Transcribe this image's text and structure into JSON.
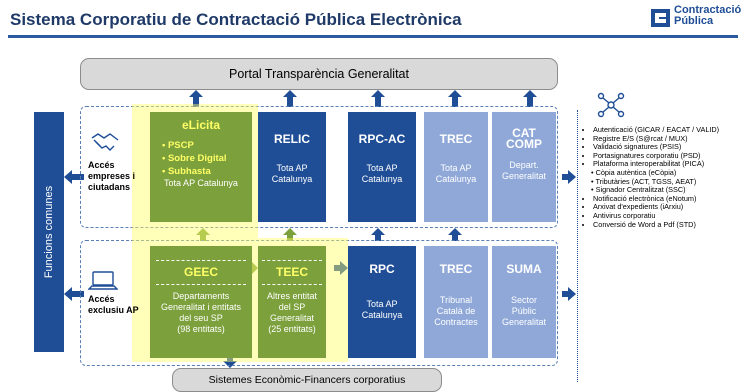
{
  "header": {
    "title": "Sistema Corporatiu de Contractació Pública Electrònica",
    "logo_line1": "Contractació",
    "logo_line2": "Pública"
  },
  "top_bar": "Portal Transparència Generalitat",
  "bottom_bar": "Sistemes Econòmic-Financers corporatius",
  "left_bar": "Funcions comunes",
  "actors": {
    "top": "Accés empreses i ciutadans",
    "bottom": "Accés exclusiu AP"
  },
  "top_row": [
    {
      "title": "eLicita",
      "bullets": [
        "PSCP",
        "Sobre Digital",
        "Subhasta"
      ],
      "sub": "Tota AP Catalunya"
    },
    {
      "title": "RELIC",
      "sub1": "Tota AP",
      "sub2": "Catalunya"
    },
    {
      "title": "RPC-AC",
      "sub1": "Tota AP",
      "sub2": "Catalunya"
    },
    {
      "title": "TREC",
      "sub1": "Tota AP",
      "sub2": "Catalunya"
    },
    {
      "title1": "CAT",
      "title2": "COMP",
      "sub1": "Depart.",
      "sub2": "Generalitat"
    }
  ],
  "bottom_row": [
    {
      "title": "GEEC",
      "lines": [
        "Departaments",
        "Generalitat i entitats",
        "del seu SP",
        "(98 entitats)"
      ]
    },
    {
      "title": "TEEC",
      "lines": [
        "Altres entitat",
        "del SP",
        "Generalitat",
        "(25 entitats)"
      ]
    },
    {
      "title": "RPC",
      "sub1": "Tota AP",
      "sub2": "Catalunya"
    },
    {
      "title": "TREC",
      "lines": [
        "Tribunal",
        "Català de",
        "Contractes"
      ]
    },
    {
      "title": "SUMA",
      "lines": [
        "Sector",
        "Públic",
        "Generalitat"
      ]
    }
  ],
  "common_functions": [
    "Autenticació (GICAR / EACAT / VALID)",
    "Registre E/S (S@rcat / MUX)",
    "Validació signatures (PSIS)",
    "Portasignatures corporatiu (PSD)",
    "Plataforma interoperabilitat (PICA)",
    "• Còpia autèntica (eCòpia)",
    "• Tributàries (ACT, TGSS, AEAT)",
    "• Signador Centralitzat (SSC)",
    "Notificació electrònica (eNotum)",
    "Arxivat d'expedients (iArxiu)",
    "Antivirus corporatiu",
    "Conversió de Word a Pdf (STD)"
  ],
  "colors": {
    "dark_blue": "#1f4e96",
    "light_blue": "#8fa8d8",
    "green": "#7ca03c",
    "highlight_yellow": "#ffff66",
    "title": "#1f3a68"
  },
  "icons": [
    "logo-mark-icon",
    "handshake-icon",
    "laptop-icon",
    "network-icon",
    "arrow-icon"
  ]
}
